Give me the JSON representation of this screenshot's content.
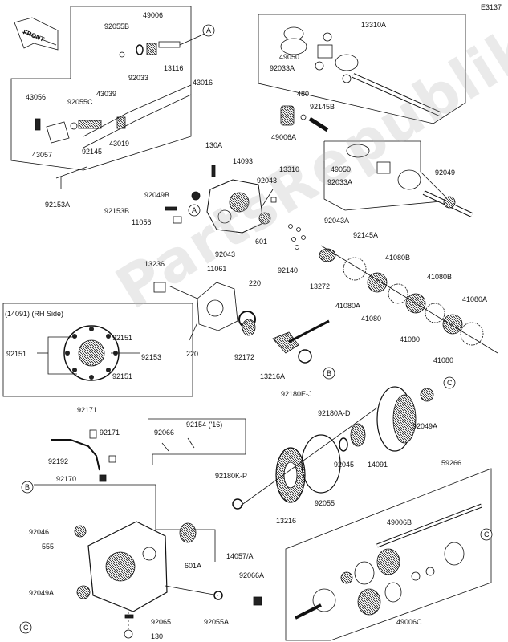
{
  "diagram_code": "E3137",
  "front_marker": "FRONT",
  "watermark_text": "PartsRepublik",
  "inset_title": "(14091) (RH Side)",
  "callouts": [
    "A",
    "A",
    "B",
    "B",
    "C",
    "C",
    "C"
  ],
  "labels": {
    "l92055B": "92055B",
    "l49006": "49006",
    "l92033a": "92033",
    "l13116": "13116",
    "l43016": "43016",
    "l13310A": "13310A",
    "l49050a": "49050",
    "l92033Aa": "92033A",
    "l43056": "43056",
    "l92055C": "92055C",
    "l43039": "43039",
    "l43057": "43057",
    "l92145": "92145",
    "l43019": "43019",
    "l480": "480",
    "l92145B": "92145B",
    "l49006A": "49006A",
    "l130A": "130A",
    "l14093": "14093",
    "l92043a": "92043",
    "l92049B": "92049B",
    "l92153B": "92153B",
    "l11056": "11056",
    "l92043b": "92043",
    "l601": "601",
    "l92153A": "92153A",
    "l13310": "13310",
    "l49050b": "49050",
    "l92033Ab": "92033A",
    "l92049": "92049",
    "l92043A": "92043A",
    "l92145A": "92145A",
    "l92140": "92140",
    "l13272": "13272",
    "l41080B1": "41080B",
    "l41080A1": "41080A",
    "l41080a": "41080",
    "l41080B2": "41080B",
    "l41080b": "41080",
    "l41080A2": "41080A",
    "l41080c": "41080",
    "l13236": "13236",
    "l11061": "11061",
    "l220a": "220",
    "l220b": "220",
    "l92172": "92172",
    "l13216A": "13216A",
    "l92180EJ": "92180E-J",
    "l92151a": "92151",
    "l92151b": "92151",
    "l92151c": "92151",
    "l92153": "92153",
    "l92171a": "92171",
    "l92171b": "92171",
    "l92192": "92192",
    "l92170": "92170",
    "l92154": "92154 ('16)",
    "l92066": "92066",
    "l92180KP": "92180K-P",
    "l92180AD": "92180A-D",
    "l92045": "92045",
    "l14091": "14091",
    "l92049A_r": "92049A",
    "l92055": "92055",
    "l13216": "13216",
    "l59266": "59266",
    "l92046": "92046",
    "l555": "555",
    "l601A": "601A",
    "l14057A": "14057/A",
    "l92066A": "92066A",
    "l92049A_l": "92049A",
    "l92055A": "92055A",
    "l92065": "92065",
    "l130": "130",
    "l49006B": "49006B",
    "l49006C": "49006C"
  }
}
